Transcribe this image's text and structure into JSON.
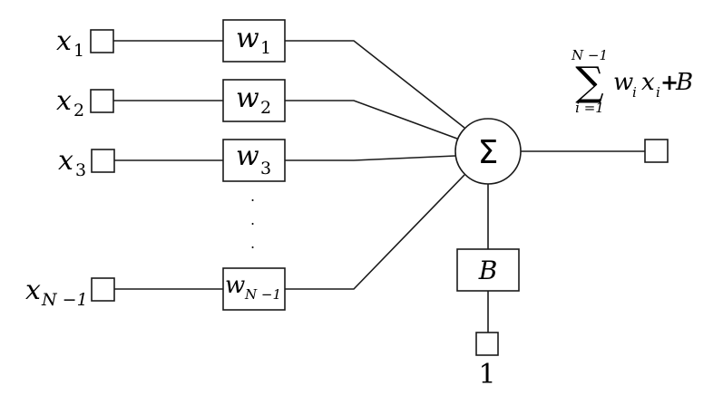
{
  "diagram": {
    "title": "Perceptron / weighted sum neuron",
    "inputs": [
      {
        "var": "x",
        "sub": "1",
        "weight_var": "w",
        "weight_sub": "1"
      },
      {
        "var": "x",
        "sub": "2",
        "weight_var": "w",
        "weight_sub": "2"
      },
      {
        "var": "x",
        "sub": "3",
        "weight_var": "w",
        "weight_sub": "3"
      },
      {
        "var": "x",
        "sub": "N −1",
        "weight_var": "w",
        "weight_sub": "N −1"
      }
    ],
    "ellipsis": ".",
    "sum_node": {
      "symbol": "Σ"
    },
    "bias": {
      "label": "B",
      "input_label": "1"
    },
    "output_formula": {
      "sigma": "∑",
      "upper_limit": "N −1",
      "lower_limit": "i =1",
      "term_w": "w",
      "term_w_sub": "i",
      "term_x": "x",
      "term_x_sub": "i",
      "plus": "+",
      "bias": "B"
    }
  }
}
